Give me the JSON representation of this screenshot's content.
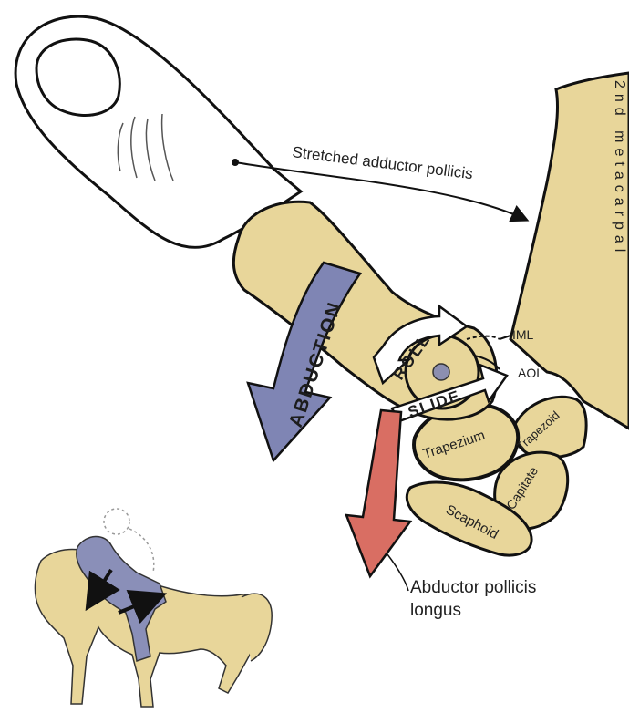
{
  "labels": {
    "stretched_muscle": "Stretched adductor pollicis",
    "metacarpal": "2nd metacarpal",
    "roll": "ROLL",
    "slide": "SLIDE",
    "abduction": "ABDUCTION",
    "iml": "IML",
    "aol": "AOL",
    "trapezium": "Trapezium",
    "trapezoid": "Trapezoid",
    "capitate": "Capitate",
    "scaphoid": "Scaphoid",
    "abductor_line1": "Abductor pollicis",
    "abductor_line2": "longus"
  },
  "colors": {
    "bone": "#e8d69a",
    "outline": "#111111",
    "abduction_arrow": "#7f85b4",
    "abl_arrow": "#d96e63",
    "rider": "#8a8fb8",
    "horse": "#e8d69a"
  }
}
